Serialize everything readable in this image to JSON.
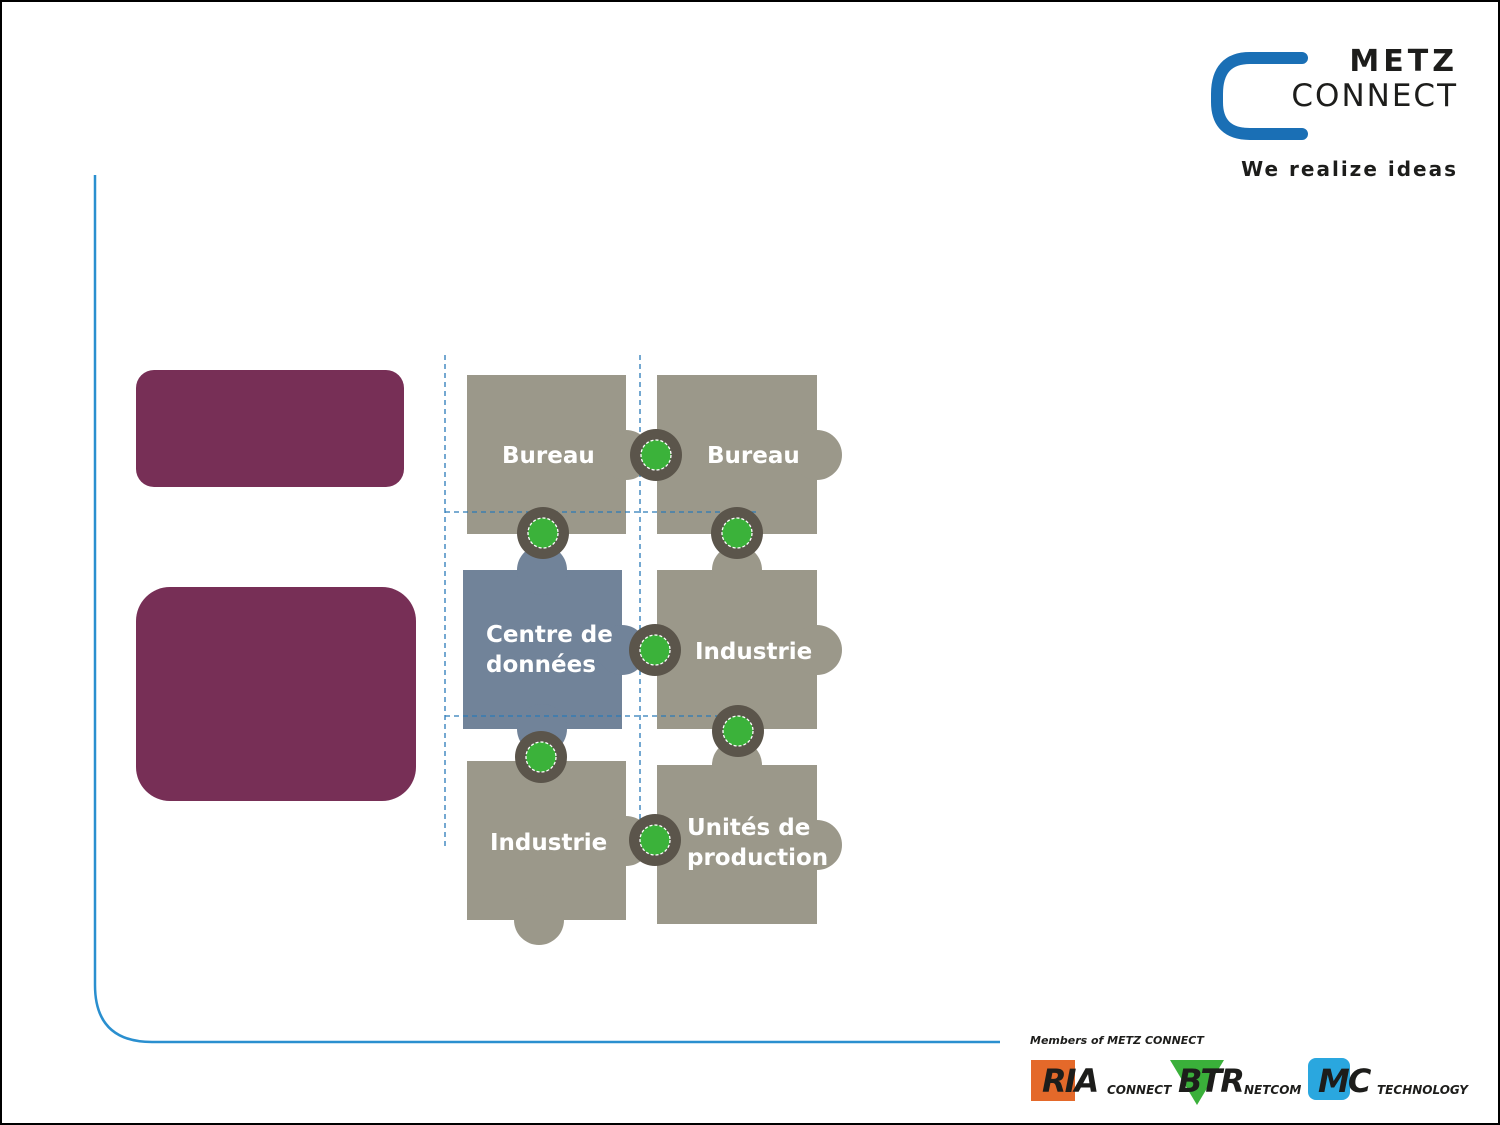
{
  "logo": {
    "line1": "METZ",
    "line2": "CONNECT",
    "tagline": "We realize ideas",
    "bracket_color": "#1a6fb5"
  },
  "puzzle": {
    "pieces": [
      {
        "label": "Bureau"
      },
      {
        "label": "Bureau"
      },
      {
        "label": "Centre de données"
      },
      {
        "label": "Industrie"
      },
      {
        "label": "Industrie"
      },
      {
        "label": "Unités de production"
      }
    ],
    "colors": {
      "gray": "#9b988a",
      "blue": "#718399",
      "connector_ring": "#5b554b",
      "connector_dot": "#3bb23a",
      "guide_line": "#2a7ab8"
    }
  },
  "sidebar_boxes_color": "#772f56",
  "footer": {
    "members_title": "Members of METZ CONNECT",
    "brands": [
      {
        "mark": "RIA",
        "sub": "CONNECT",
        "color": "#e4692a"
      },
      {
        "mark": "BTR",
        "sub": "NETCOM",
        "color": "#3ab03a"
      },
      {
        "mark": "MC",
        "sub": "TECHNOLOGY",
        "color": "#2aa7df"
      }
    ]
  }
}
